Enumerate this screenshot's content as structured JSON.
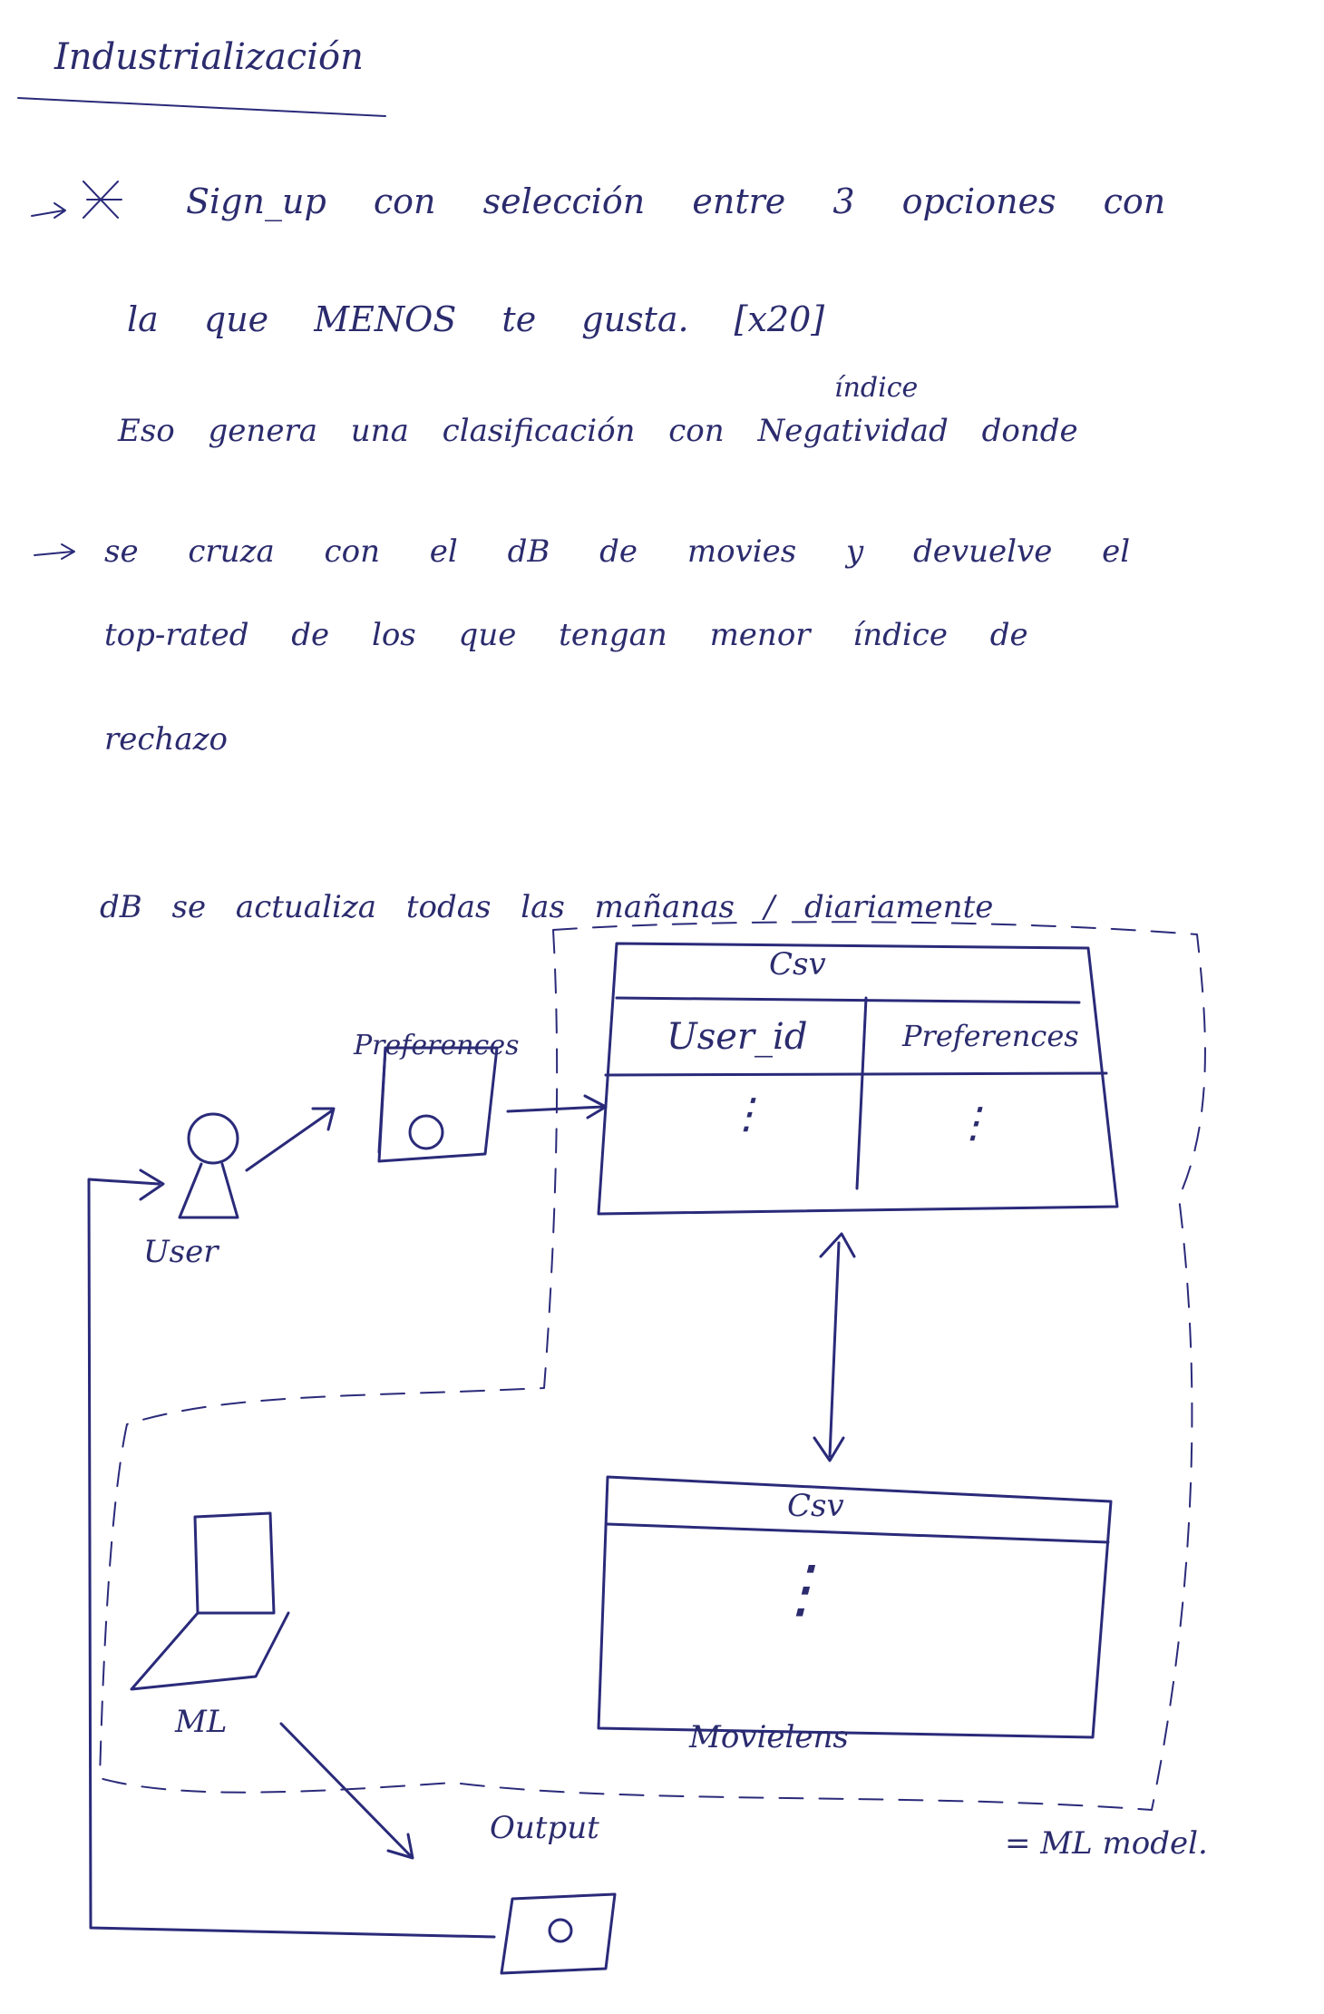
{
  "title": "Industrialización",
  "notes": {
    "line1": "Sign_up con selección entre 3 opciones con",
    "line2": "la que MENOS te gusta. [x20]",
    "line3_insert": "índice",
    "line3": "Eso genera una clasificación con Negatividad donde",
    "line4": "se cruza con el dB de movies y devuelve el",
    "line5": "top-rated de los que tengan menor índice de",
    "line6": "rechazo",
    "line7": "dB se actualiza todas las mañanas / diariamente"
  },
  "diagram": {
    "user_label": "User",
    "preferences_label": "Preferences",
    "csv_top_title": "Csv",
    "csv_top_col1": "User_id",
    "csv_top_col2": "Preferences",
    "csv_top_dots": "⋮",
    "csv_bottom_title": "Csv",
    "csv_bottom_dots": "⋮",
    "movies_label": "Movielens",
    "ml_label": "ML",
    "output_label": "Output",
    "ml_model_label": "= ML model."
  },
  "colors": {
    "ink": "#2a2a7a",
    "paper": "#ffffff"
  }
}
